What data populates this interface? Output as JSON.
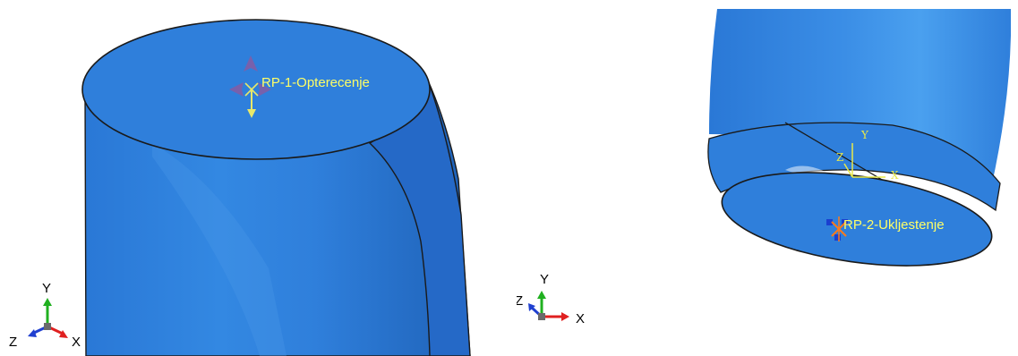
{
  "colors": {
    "part": "#2f7fdb",
    "part_highlight": "#5aa7f0",
    "part_dark": "#1b5fb5",
    "edge": "#1a1a1a",
    "annotation": "#ffff66",
    "rp_marker": "#e8e86a",
    "bc_arrows": "#8a5aa0",
    "encastre": "#ff7a1a",
    "axis_x": "#e02020",
    "axis_y": "#20b020",
    "axis_z": "#2040d0"
  },
  "left_view": {
    "reference_point_label": "RP-1-Opterecenje",
    "triad": {
      "x": "X",
      "y": "Y",
      "z": "Z"
    }
  },
  "right_view": {
    "reference_point_label": "RP-2-Ukljestenje",
    "triad": {
      "x": "X",
      "y": "Y",
      "z": "Z"
    },
    "csys": {
      "x": "X",
      "y": "Y",
      "z": "Z"
    }
  },
  "icons": [
    "load-arrows-icon",
    "encastre-icon",
    "coordinate-triad-icon",
    "coordinate-system-icon"
  ]
}
